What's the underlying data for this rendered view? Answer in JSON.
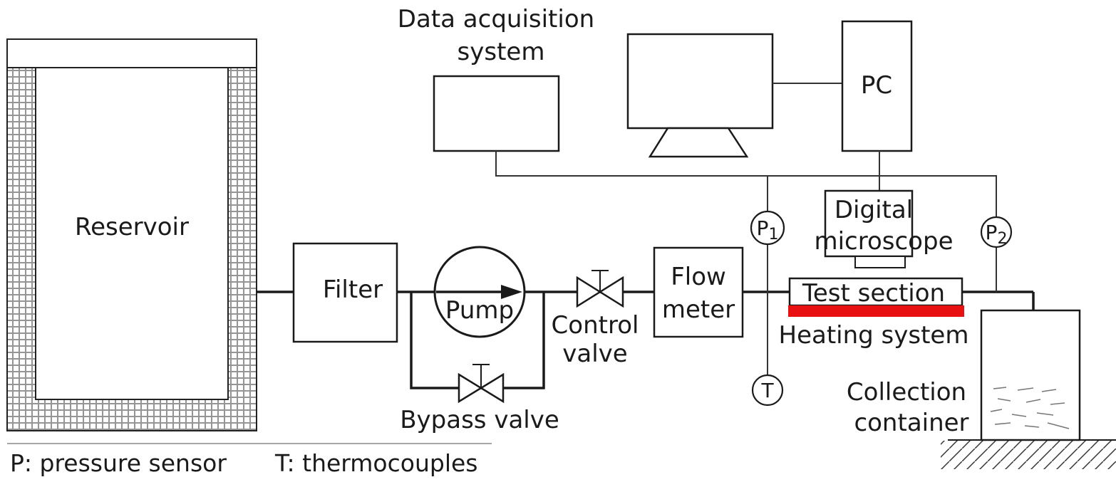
{
  "labels": {
    "reservoir": "Reservoir",
    "filter": "Filter",
    "pump": "Pump",
    "control_valve_line1": "Control",
    "control_valve_line2": "valve",
    "bypass_valve": "Bypass valve",
    "flow_meter_line1": "Flow",
    "flow_meter_line2": "meter",
    "daq_line1": "Data acquisition",
    "daq_line2": "system",
    "pc": "PC",
    "microscope_line1": "Digital",
    "microscope_line2": "microscope",
    "test_section": "Test section",
    "heating_system": "Heating system",
    "collection_line1": "Collection",
    "collection_line2": "container",
    "p1_letter": "P",
    "p1_sub": "1",
    "p2_letter": "P",
    "p2_sub": "2",
    "t_sensor": "T"
  },
  "legend": {
    "pressure": "P: pressure sensor",
    "thermo": "T: thermocouples"
  },
  "colors": {
    "heating": "#e81010",
    "line": "#1a1a1a"
  }
}
